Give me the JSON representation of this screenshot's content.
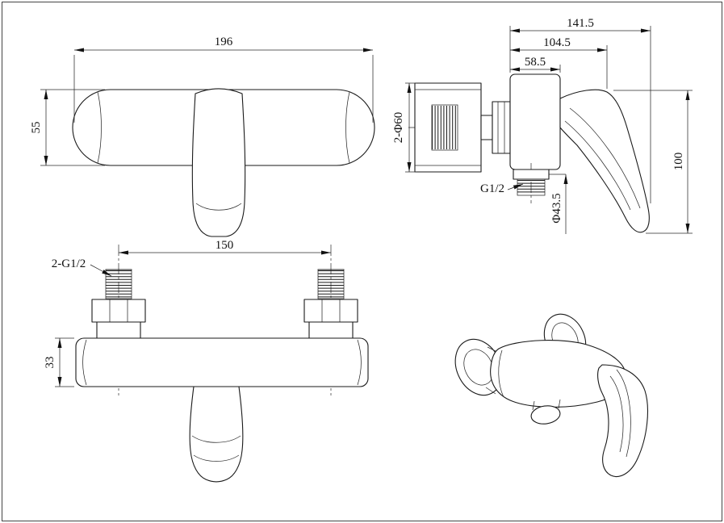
{
  "front_view": {
    "dim_length": "196",
    "dim_height": "55"
  },
  "side_view": {
    "dim_total_depth": "141.5",
    "dim_mid_depth": "104.5",
    "dim_body_depth": "58.5",
    "label_flange_diameter": "2-Φ60",
    "label_outlet_thread": "G1/2",
    "label_outlet_diameter": "Φ43.5",
    "dim_handle_height": "100"
  },
  "bottom_view": {
    "dim_inlet_spacing": "150",
    "label_inlet_threads": "2-G1/2",
    "dim_body_thickness": "33"
  }
}
